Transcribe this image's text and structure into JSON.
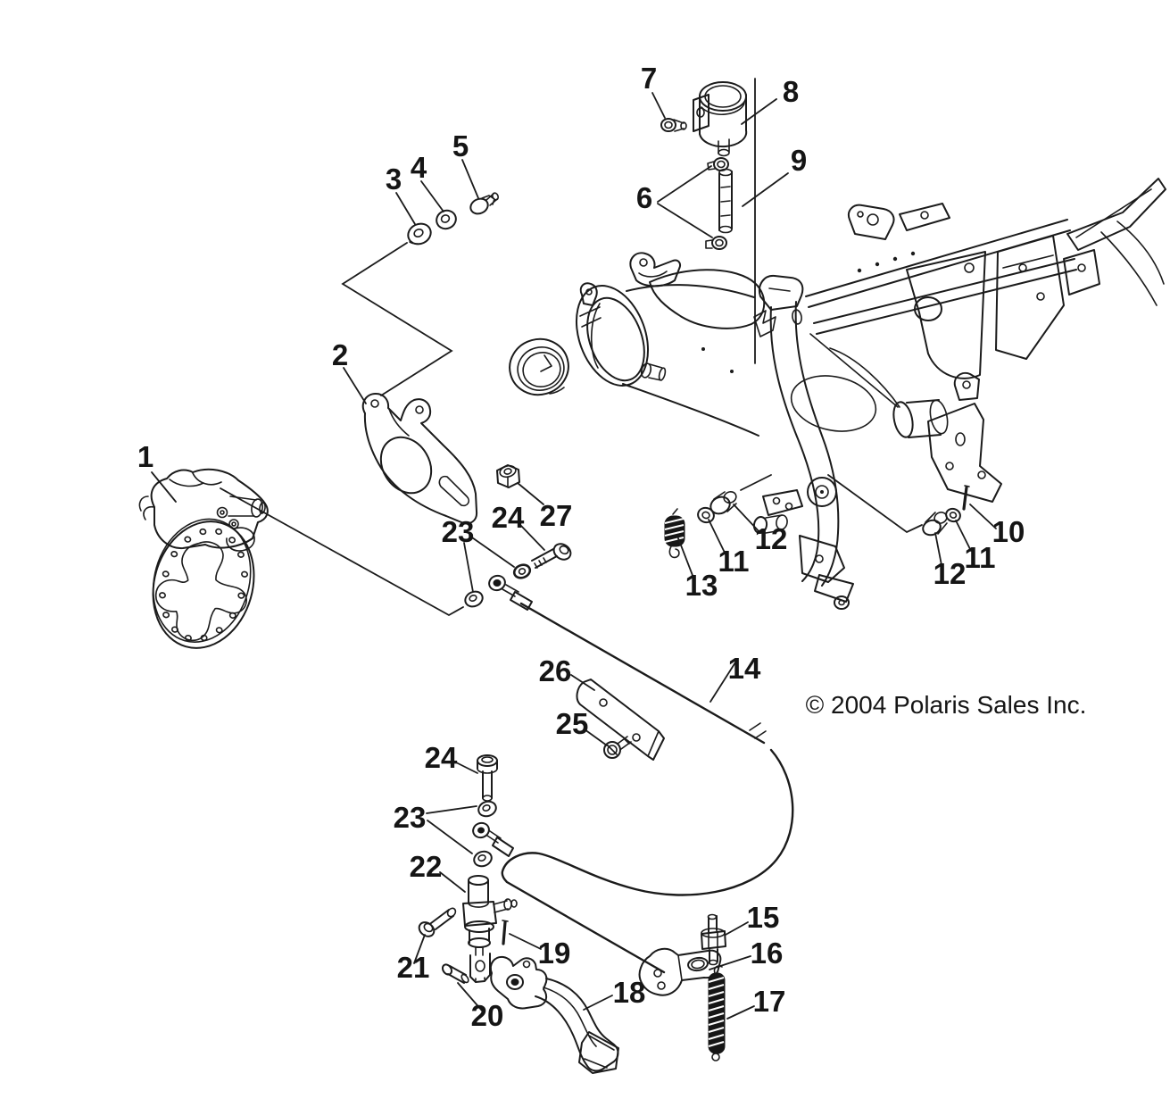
{
  "copyright": "© 2004 Polaris Sales Inc.",
  "labels": [
    {
      "num": "1"
    },
    {
      "num": "2"
    },
    {
      "num": "3"
    },
    {
      "num": "4"
    },
    {
      "num": "5"
    },
    {
      "num": "6"
    },
    {
      "num": "7"
    },
    {
      "num": "8"
    },
    {
      "num": "9"
    },
    {
      "num": "10"
    },
    {
      "num": "11"
    },
    {
      "num": "12"
    },
    {
      "num": "12"
    },
    {
      "num": "11"
    },
    {
      "num": "13"
    },
    {
      "num": "14"
    },
    {
      "num": "15"
    },
    {
      "num": "16"
    },
    {
      "num": "17"
    },
    {
      "num": "18"
    },
    {
      "num": "19"
    },
    {
      "num": "20"
    },
    {
      "num": "21"
    },
    {
      "num": "22"
    },
    {
      "num": "23"
    },
    {
      "num": "24"
    },
    {
      "num": "27"
    },
    {
      "num": "23"
    },
    {
      "num": "24"
    },
    {
      "num": "25"
    },
    {
      "num": "26"
    }
  ]
}
